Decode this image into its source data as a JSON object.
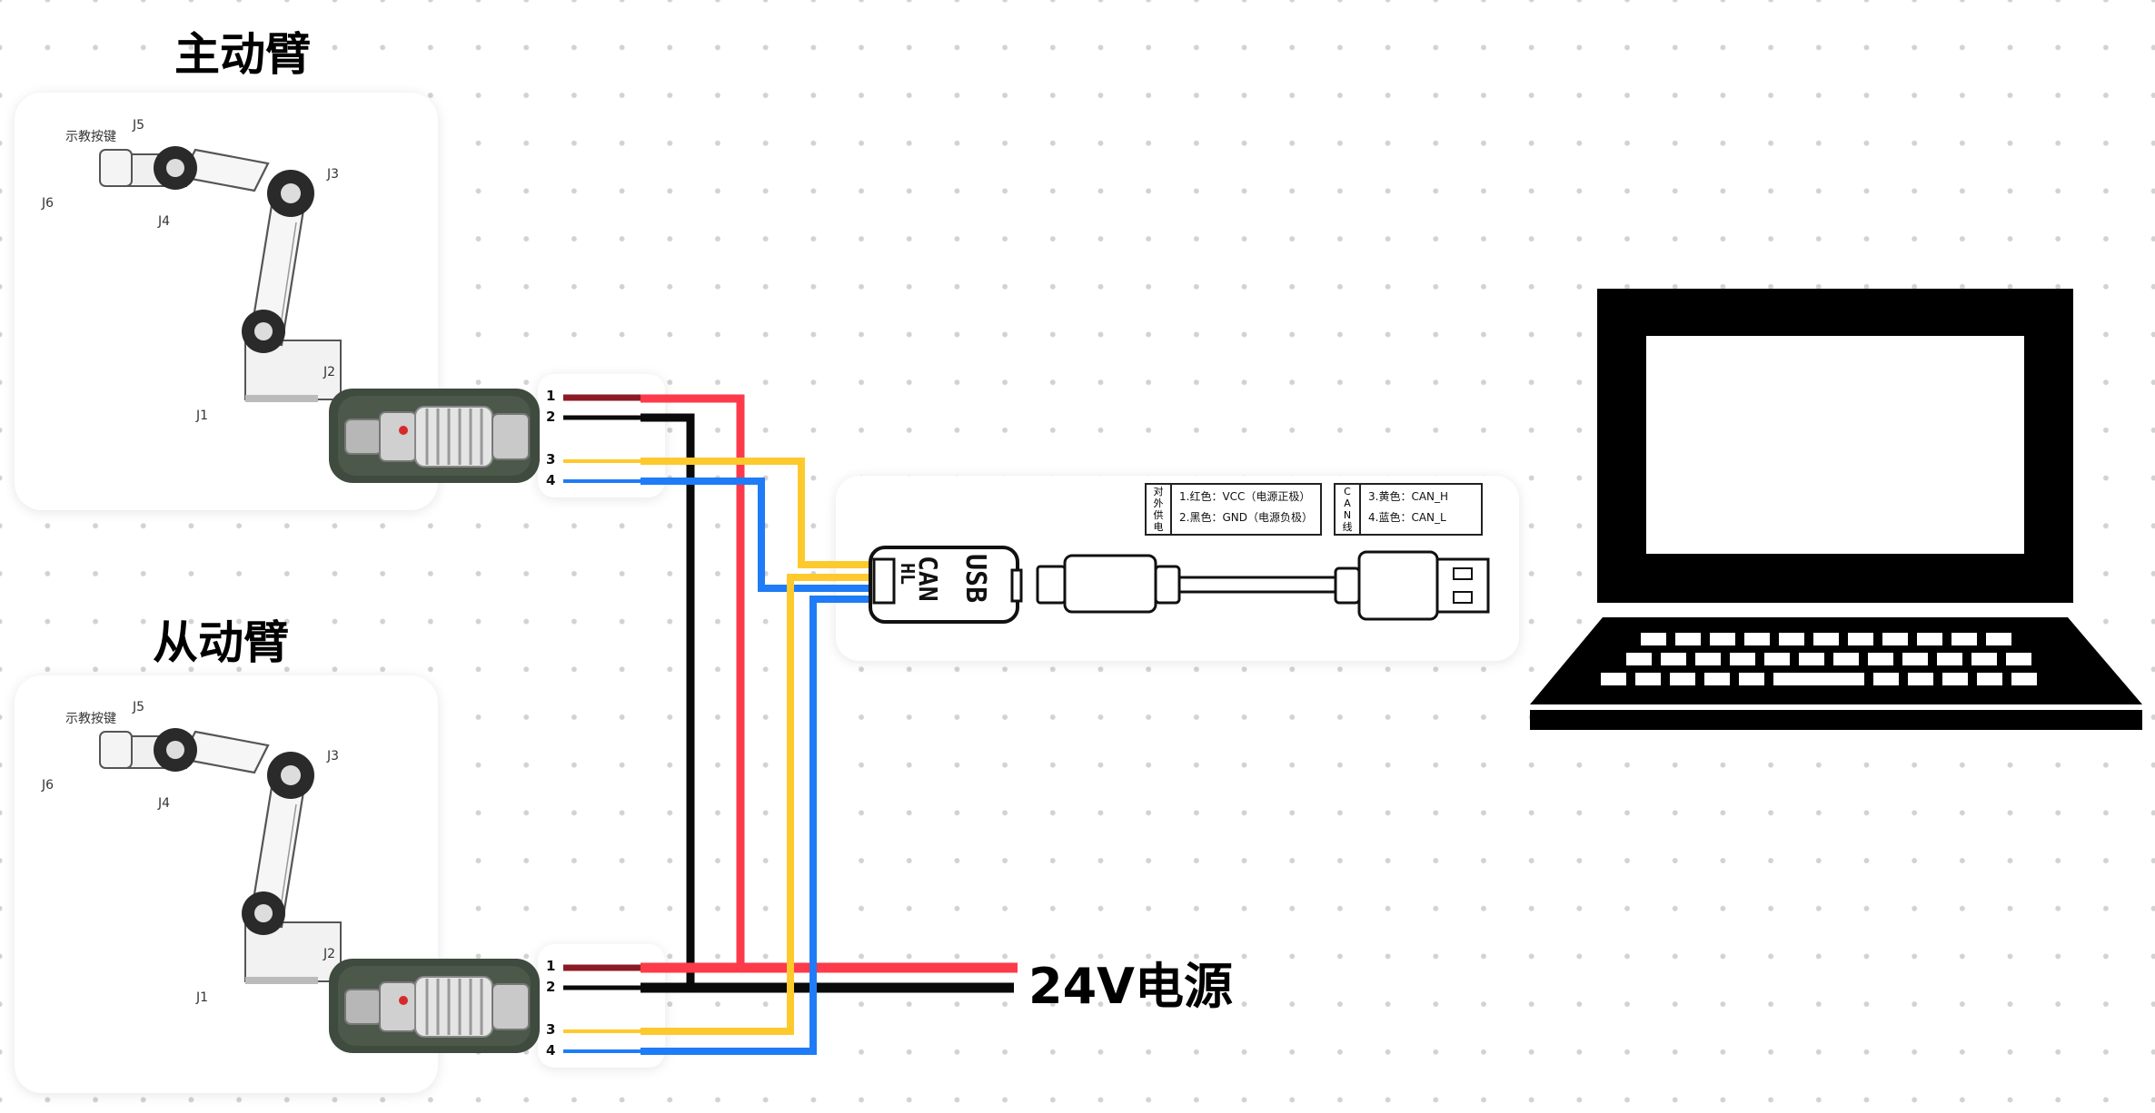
{
  "master": {
    "title": "主动臂"
  },
  "slave": {
    "title": "从动臂"
  },
  "arm_labels": {
    "teach_button": "示教按键",
    "j1": "J1",
    "j2": "J2",
    "j3": "J3",
    "j4": "J4",
    "j5": "J5",
    "j6": "J6"
  },
  "pins": [
    "1",
    "2",
    "3",
    "4"
  ],
  "power_label": "24V电源",
  "adapter": {
    "usb_text": "USB",
    "can_text": "CAN",
    "hl_text": "HL"
  },
  "legend_power": {
    "head": [
      "对",
      "外",
      "供",
      "电"
    ],
    "lines": [
      "1.红色：VCC（电源正极）",
      "2.黑色：GND（电源负极）"
    ]
  },
  "legend_can": {
    "head": [
      "C",
      "A",
      "N",
      "线"
    ],
    "lines": [
      "3.黄色：CAN_H",
      "4.蓝色：CAN_L"
    ]
  },
  "colors": {
    "red": "#fd3a4a",
    "black": "#0a0a0a",
    "yellow": "#fec92c",
    "blue": "#1f7cf6",
    "dark_red": "#8c1a24"
  }
}
